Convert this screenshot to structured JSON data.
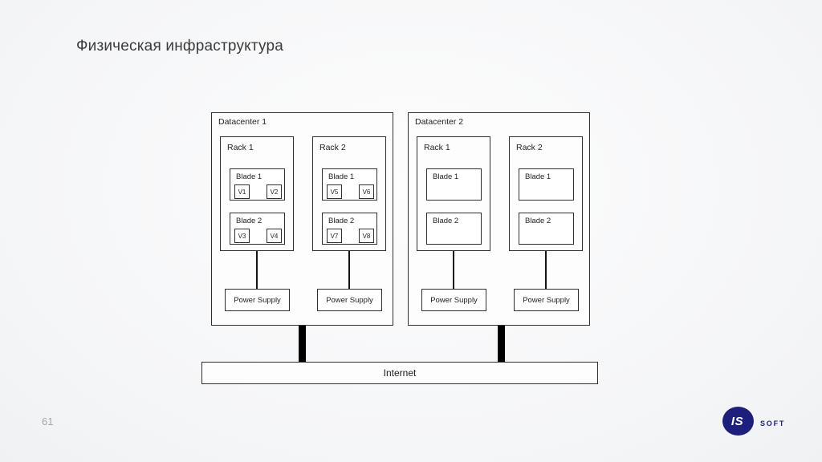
{
  "slide": {
    "title": "Физическая инфраструктура",
    "page_number": "61"
  },
  "logo": {
    "mark": "IS",
    "text": "SOFT",
    "brand_color": "#1e1e7d"
  },
  "diagram": {
    "internet_label": "Internet",
    "line_color": "#000000",
    "border_color": "#2f2f2f",
    "datacenters": [
      {
        "label": "Datacenter 1",
        "racks": [
          {
            "label": "Rack 1",
            "blades": [
              {
                "label": "Blade 1",
                "vms": [
                  "V1",
                  "V2"
                ]
              },
              {
                "label": "Blade 2",
                "vms": [
                  "V3",
                  "V4"
                ]
              }
            ],
            "power_supply": "Power Supply"
          },
          {
            "label": "Rack 2",
            "blades": [
              {
                "label": "Blade 1",
                "vms": [
                  "V5",
                  "V6"
                ]
              },
              {
                "label": "Blade 2",
                "vms": [
                  "V7",
                  "V8"
                ]
              }
            ],
            "power_supply": "Power Supply"
          }
        ]
      },
      {
        "label": "Datacenter 2",
        "racks": [
          {
            "label": "Rack 1",
            "blades": [
              {
                "label": "Blade 1",
                "vms": []
              },
              {
                "label": "Blade 2",
                "vms": []
              }
            ],
            "power_supply": "Power Supply"
          },
          {
            "label": "Rack 2",
            "blades": [
              {
                "label": "Blade 1",
                "vms": []
              },
              {
                "label": "Blade 2",
                "vms": []
              }
            ],
            "power_supply": "Power Supply"
          }
        ]
      }
    ]
  }
}
